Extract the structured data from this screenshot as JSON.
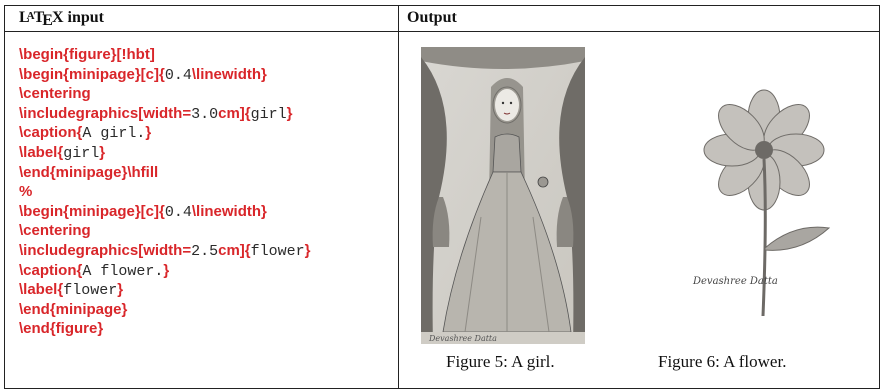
{
  "table": {
    "header_left": {
      "l": "L",
      "a": "A",
      "t": "T",
      "e": "E",
      "x": "X",
      "rest": " input"
    },
    "header_right": "Output"
  },
  "code_lines": [
    [
      {
        "t": "cmd",
        "v": "\\begin{figure}[!hbt]"
      }
    ],
    [
      {
        "t": "cmd",
        "v": "\\begin{minipage}[c]{"
      },
      {
        "t": "arg",
        "v": "0.4"
      },
      {
        "t": "cmd",
        "v": "\\linewidth}"
      }
    ],
    [
      {
        "t": "cmd",
        "v": "\\centering"
      }
    ],
    [
      {
        "t": "cmd",
        "v": "\\includegraphics[width="
      },
      {
        "t": "arg",
        "v": "3.0"
      },
      {
        "t": "cmd",
        "v": "cm]{"
      },
      {
        "t": "arg",
        "v": "girl"
      },
      {
        "t": "cmd",
        "v": "}"
      }
    ],
    [
      {
        "t": "cmd",
        "v": "\\caption{"
      },
      {
        "t": "arg",
        "v": "A girl."
      },
      {
        "t": "cmd",
        "v": "}"
      }
    ],
    [
      {
        "t": "cmd",
        "v": "\\label{"
      },
      {
        "t": "arg",
        "v": "girl"
      },
      {
        "t": "cmd",
        "v": "}"
      }
    ],
    [
      {
        "t": "cmd",
        "v": "\\end{minipage}\\hfill"
      }
    ],
    [
      {
        "t": "cmd",
        "v": "%"
      }
    ],
    [
      {
        "t": "cmd",
        "v": "\\begin{minipage}[c]{"
      },
      {
        "t": "arg",
        "v": "0.4"
      },
      {
        "t": "cmd",
        "v": "\\linewidth}"
      }
    ],
    [
      {
        "t": "cmd",
        "v": "\\centering"
      }
    ],
    [
      {
        "t": "cmd",
        "v": "\\includegraphics[width="
      },
      {
        "t": "arg",
        "v": "2.5"
      },
      {
        "t": "cmd",
        "v": "cm]{"
      },
      {
        "t": "arg",
        "v": "flower"
      },
      {
        "t": "cmd",
        "v": "}"
      }
    ],
    [
      {
        "t": "cmd",
        "v": "\\caption{"
      },
      {
        "t": "arg",
        "v": "A flower."
      },
      {
        "t": "cmd",
        "v": "}"
      }
    ],
    [
      {
        "t": "cmd",
        "v": "\\label{"
      },
      {
        "t": "arg",
        "v": "flower"
      },
      {
        "t": "cmd",
        "v": "}"
      }
    ],
    [
      {
        "t": "cmd",
        "v": "\\end{minipage}"
      }
    ],
    [
      {
        "t": "cmd",
        "v": "\\end{figure}"
      }
    ]
  ],
  "output": {
    "caption_girl": "Figure 5: A girl.",
    "caption_flower": "Figure 6: A flower.",
    "signature": "Devashree Datta"
  },
  "colors": {
    "command": "#d9262a",
    "argument": "#2b2b2b",
    "border": "#222222"
  }
}
